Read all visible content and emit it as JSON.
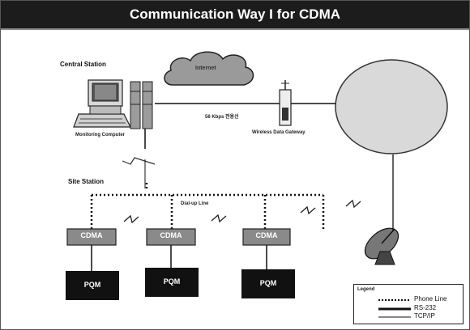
{
  "title": "Communication Way I for CDMA",
  "central_station_label": "Central Station",
  "site_station_label": "Site Station",
  "internet_label": "Internet",
  "link_label": "56 Kbps 전용선",
  "monitoring_computer_label": "Monitoring Computer",
  "gateway_label": "Wireless Data Gateway",
  "dialup_label": "Dial-up Line",
  "cdma_units": [
    {
      "label": "CDMA"
    },
    {
      "label": "CDMA"
    },
    {
      "label": "CDMA"
    }
  ],
  "pqm_units": [
    {
      "label": "PQM"
    },
    {
      "label": "PQM"
    },
    {
      "label": "PQM"
    }
  ],
  "legend": {
    "title": "Legend",
    "items": [
      {
        "label": "Phone Line",
        "style": "dotted"
      },
      {
        "label": "RS-232",
        "style": "thick"
      },
      {
        "label": "TCP/IP",
        "style": "thin"
      }
    ]
  }
}
